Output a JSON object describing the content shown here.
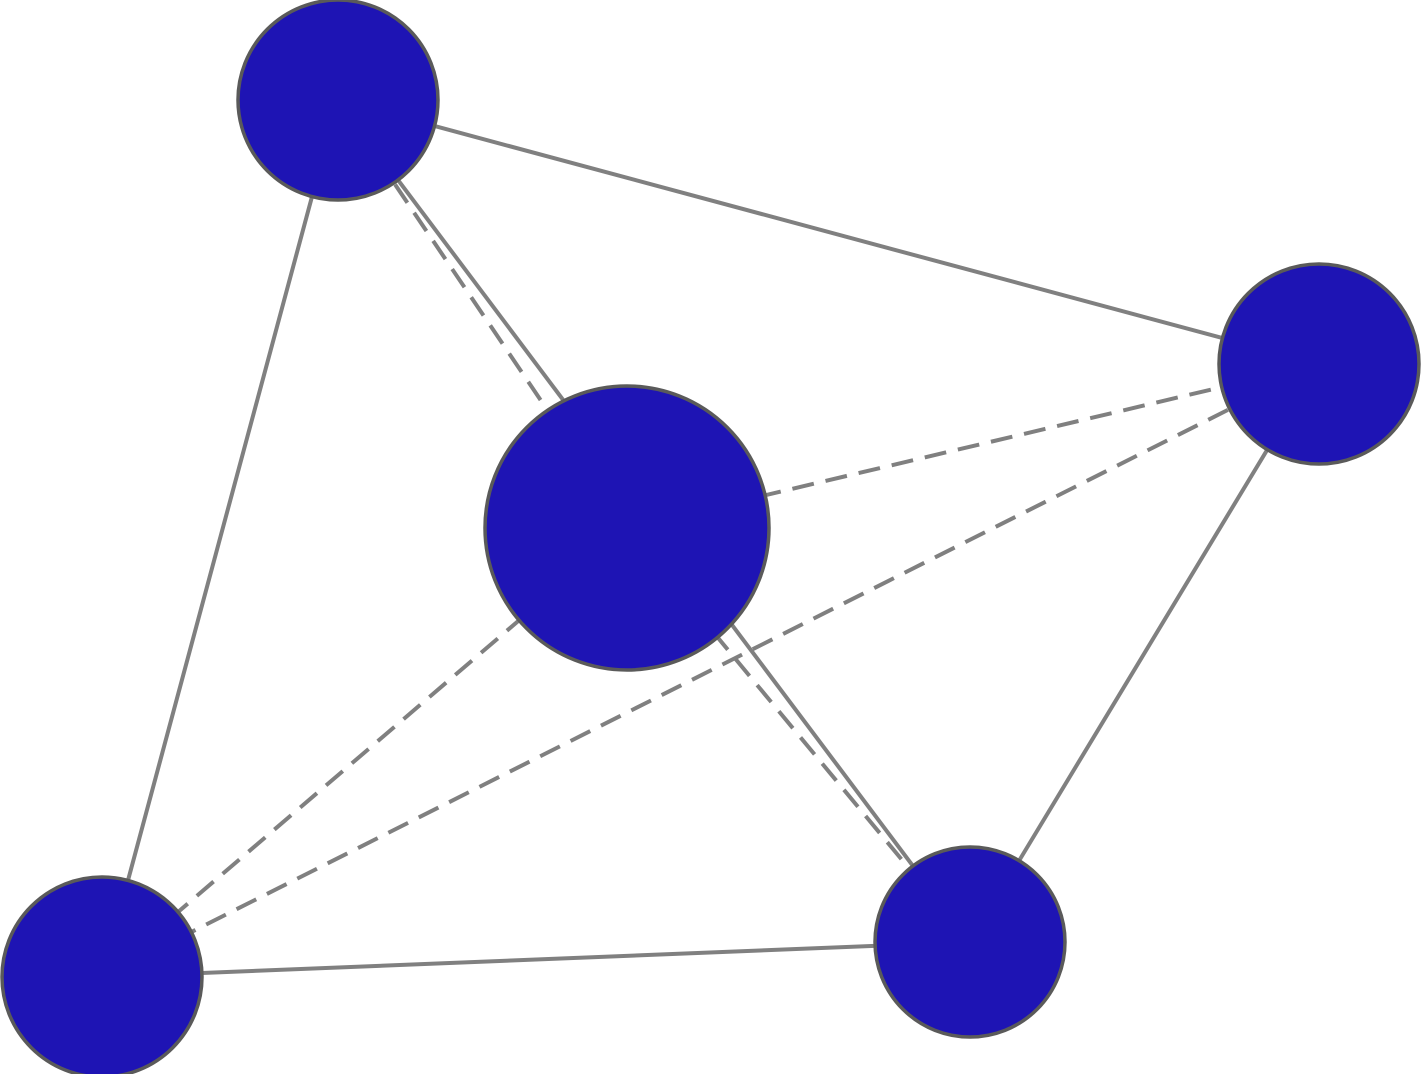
{
  "diagram": {
    "node_color": "#1e14b4",
    "node_stroke_color": "#5a5a5a",
    "edge_color": "#808080",
    "nodes": [
      {
        "id": "top-left"
      },
      {
        "id": "center"
      },
      {
        "id": "right"
      },
      {
        "id": "bottom-left"
      },
      {
        "id": "bottom-right"
      }
    ],
    "edges": [
      {
        "from": "top-left",
        "to": "right",
        "style": "solid"
      },
      {
        "from": "top-left",
        "to": "bottom-left",
        "style": "solid"
      },
      {
        "from": "top-left",
        "to": "bottom-right",
        "style": "solid"
      },
      {
        "from": "top-left",
        "to": "center",
        "style": "dashed"
      },
      {
        "from": "center",
        "to": "right",
        "style": "dashed"
      },
      {
        "from": "center",
        "to": "bottom-left",
        "style": "dashed"
      },
      {
        "from": "center",
        "to": "bottom-right",
        "style": "dashed"
      },
      {
        "from": "right",
        "to": "bottom-left",
        "style": "dashed"
      },
      {
        "from": "right",
        "to": "bottom-right",
        "style": "solid"
      },
      {
        "from": "bottom-left",
        "to": "bottom-right",
        "style": "solid"
      }
    ]
  }
}
